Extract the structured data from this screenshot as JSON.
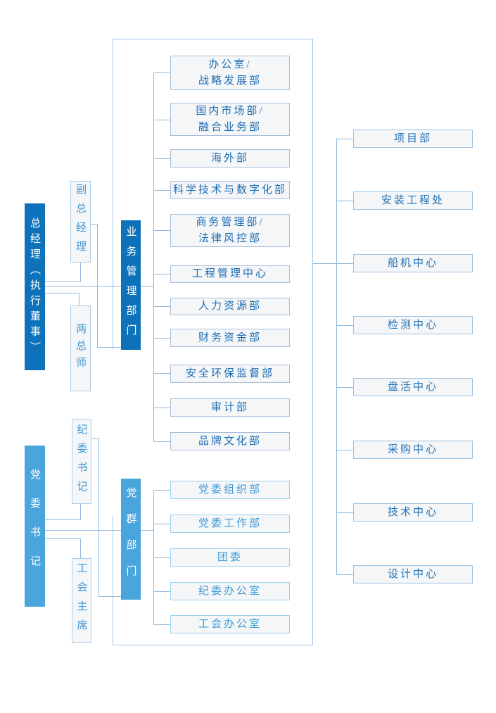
{
  "org": {
    "executives": {
      "general_manager": "总经理（执行董事）",
      "party_secretary": "党委书记"
    },
    "staff_positions": {
      "deputy_general_manager": "副总经理",
      "two_chief_engineers": "两总师",
      "discipline_secretary": "纪委书记",
      "union_chairman": "工会主席"
    },
    "group_headers": {
      "business": "业务管理部门",
      "party": "党群部门"
    },
    "business_departments": [
      "办公室/\n战略发展部",
      "国内市场部/\n融合业务部",
      "海外部",
      "科学技术与数字化部",
      "商务管理部/\n法律风控部",
      "工程管理中心",
      "人力资源部",
      "财务资金部",
      "安全环保监督部",
      "审计部",
      "品牌文化部"
    ],
    "party_departments": [
      "党委组织部",
      "党委工作部",
      "团委",
      "纪委办公室",
      "工会办公室"
    ],
    "field_units": [
      "项目部",
      "安装工程处",
      "船机中心",
      "检测中心",
      "盘活中心",
      "采购中心",
      "技术中心",
      "设计中心"
    ]
  },
  "colors": {
    "primary_blue": "#0d72b9",
    "sky_blue": "#49a5dc",
    "connector_blue": "#8fbade",
    "frame_blue": "#9fc5e8",
    "box_fill": "#f5f6f7",
    "business_text": "#1b6cb4",
    "party_text": "#3e9ad6",
    "field_text": "#2173b6"
  }
}
